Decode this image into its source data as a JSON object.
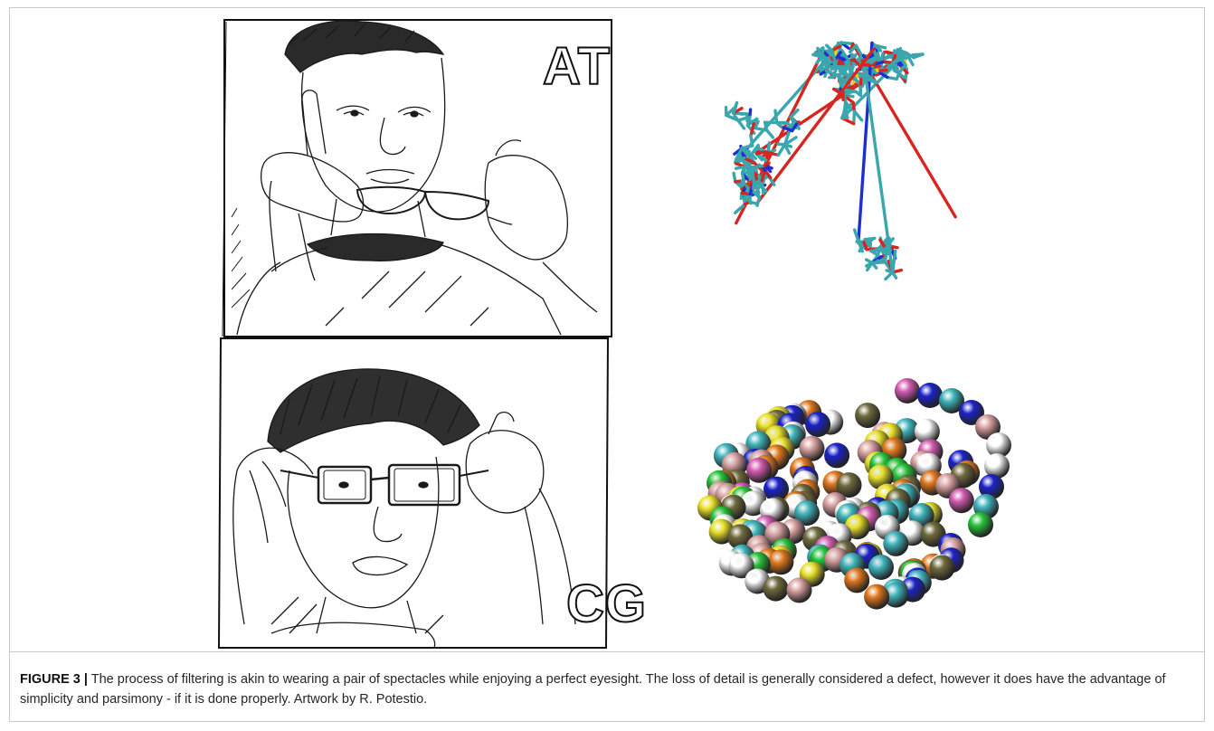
{
  "figure": {
    "label": "FIGURE 3 |",
    "caption": "The process of filtering is akin to wearing a pair of spectacles while enjoying a perfect eyesight. The loss of detail is generally considered a defect, however it does have the advantage of simplicity and parsimony - if it is done properly. Artwork by R. Potestio."
  },
  "panels": {
    "top": {
      "tag": "AT"
    },
    "bottom": {
      "tag": "CG"
    }
  },
  "colors": {
    "carbon": "#3aa6ad",
    "oxygen": "#d6261f",
    "nitrogen": "#1c2fd1",
    "sulfur": "#e6d21d",
    "bead_palette": [
      "#e8e02a",
      "#3fb4bc",
      "#d8a0a0",
      "#6f6a3d",
      "#27c33b",
      "#1a22c9",
      "#ffffff",
      "#e0771c",
      "#d35ab0"
    ]
  }
}
